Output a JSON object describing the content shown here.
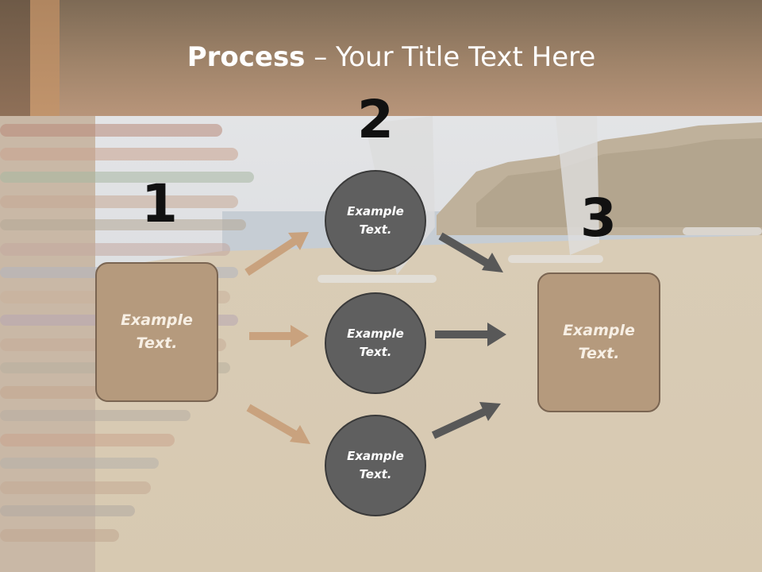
{
  "title": {
    "bold": "Process",
    "rest": " – Your Title Text Here"
  },
  "steps": {
    "step1_number": "1",
    "step2_number": "2",
    "step3_number": "3"
  },
  "nodes": {
    "left_box": "Example Text.",
    "circle_top": "Example Text.",
    "circle_middle": "Example Text.",
    "circle_bottom": "Example Text.",
    "right_box": "Example Text."
  },
  "colors": {
    "header": "#a0846a",
    "box_fill": "#b59a7d",
    "box_border": "#7a6552",
    "circle_fill": "#5f5f5f",
    "tan_arrow": "#c9a27e",
    "dark_arrow": "#585858"
  }
}
